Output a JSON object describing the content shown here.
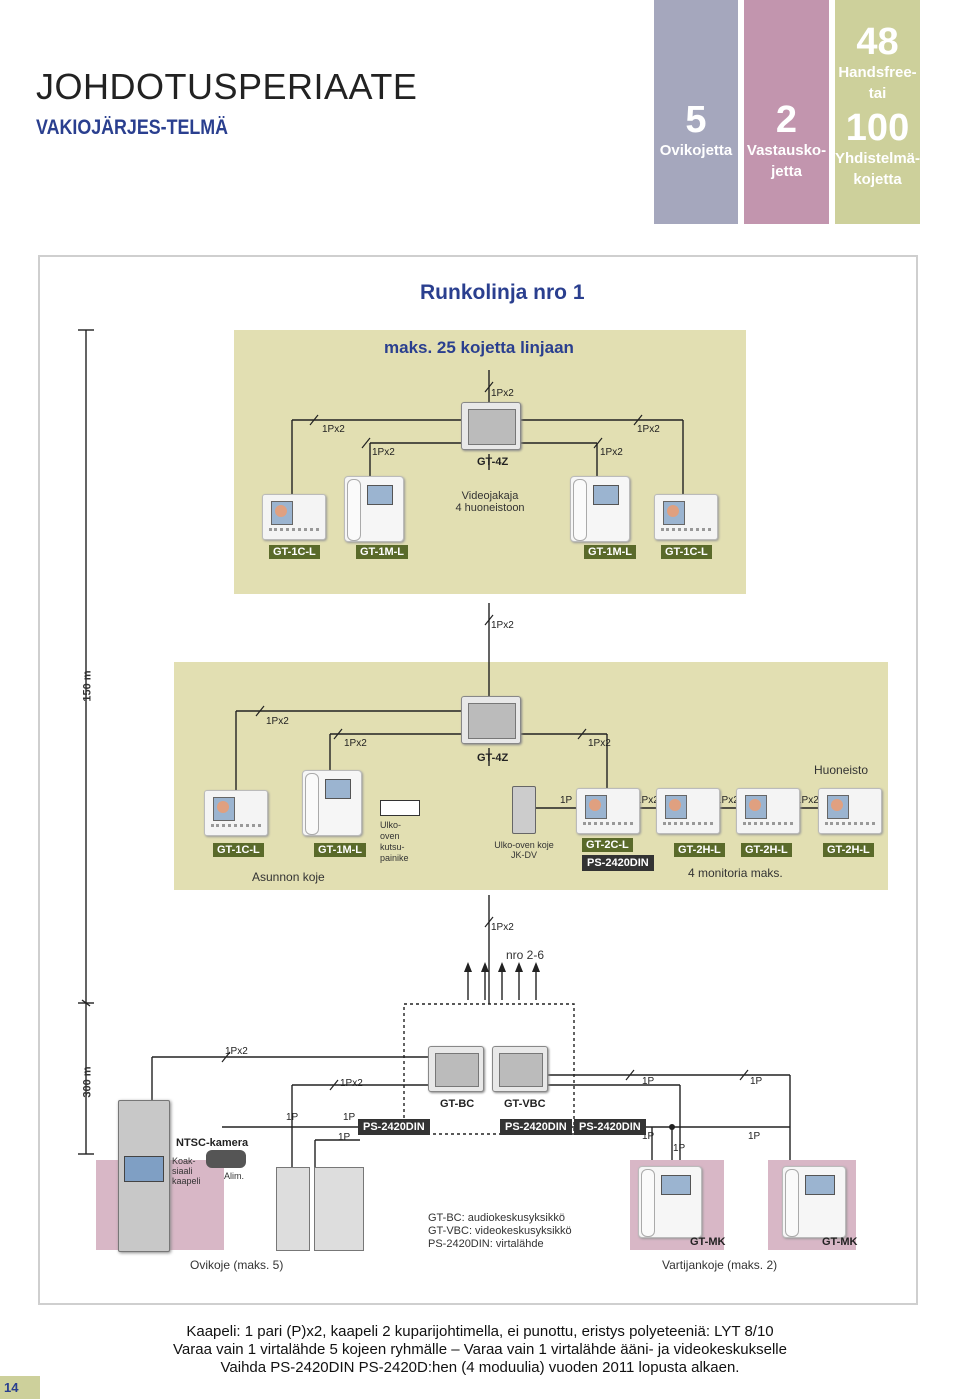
{
  "header": {
    "title": "JOHDOTUSPERIAATE",
    "subtitle": "VAKIOJÄRJES-TELMÄ",
    "tabs": [
      {
        "num": "5",
        "label": "Ovikojetta",
        "color": "#a5a7bd"
      },
      {
        "num": "2",
        "label": "Vastausko-\njetta",
        "color": "#c295ae"
      },
      {
        "num": "48",
        "label": "Handsfree-\ntai",
        "num2": "100",
        "label2": "Yhdistelmä-\nkojetta",
        "color": "#cdd09b"
      }
    ]
  },
  "diagram": {
    "title": "Runkolinja nro 1",
    "max_line": "maks. 25 kojetta linjaan",
    "cable_1px2": "1Px2",
    "cable_1p": "1P",
    "gt4z": "GT-4Z",
    "distributor": "Videojakaja\n4 huoneistoon",
    "gt1cl": "GT-1C-L",
    "gt1ml": "GT-1M-L",
    "dim_150": "150 m",
    "dim_300": "300 m",
    "apartment": "Huoneisto",
    "apt_station": "Asunnon koje",
    "door_button": "Ulko-\noven\nkutsu-\npainike",
    "door_station": "Ulko-oven koje\nJK-DV",
    "gt2cl": "GT-2C-L",
    "ps2420": "PS-2420DIN",
    "gt2hl": "GT-2H-L",
    "max_monitors": "4 monitoria maks.",
    "nro": "nro 2-6",
    "gtbc": "GT-BC",
    "gtvbc": "GT-VBC",
    "ntsc": "NTSC-kamera",
    "coax": "Koak-\nsiaali\nkaapeli",
    "alim": "Alim.",
    "door_units": "Ovikoje (maks. 5)",
    "legend1": "GT-BC: audiokeskusyksikkö",
    "legend2": "GT-VBC: videokeskusyksikkö",
    "legend3": "PS-2420DIN: virtalähde",
    "gtmk": "GT-MK",
    "guard": "Vartijankoje (maks. 2)"
  },
  "notes": [
    "Kaapeli: 1 pari (P)x2, kaapeli 2 kuparijohtimella, ei punottu, eristys polyeteeniä: LYT 8/10",
    "Varaa vain 1 virtalähde 5 kojeen ryhmälle – Varaa vain 1 virtalähde ääni- ja videokeskukselle",
    "Vaihda PS-2420DIN PS-2420D:hen (4 moduulia) vuoden 2011 lopusta alkaen."
  ],
  "page_number": "14",
  "colors": {
    "green_panel": "#e2dfb2",
    "pink_panel": "#d8b7c6",
    "accent_blue": "#2a3f8f"
  }
}
